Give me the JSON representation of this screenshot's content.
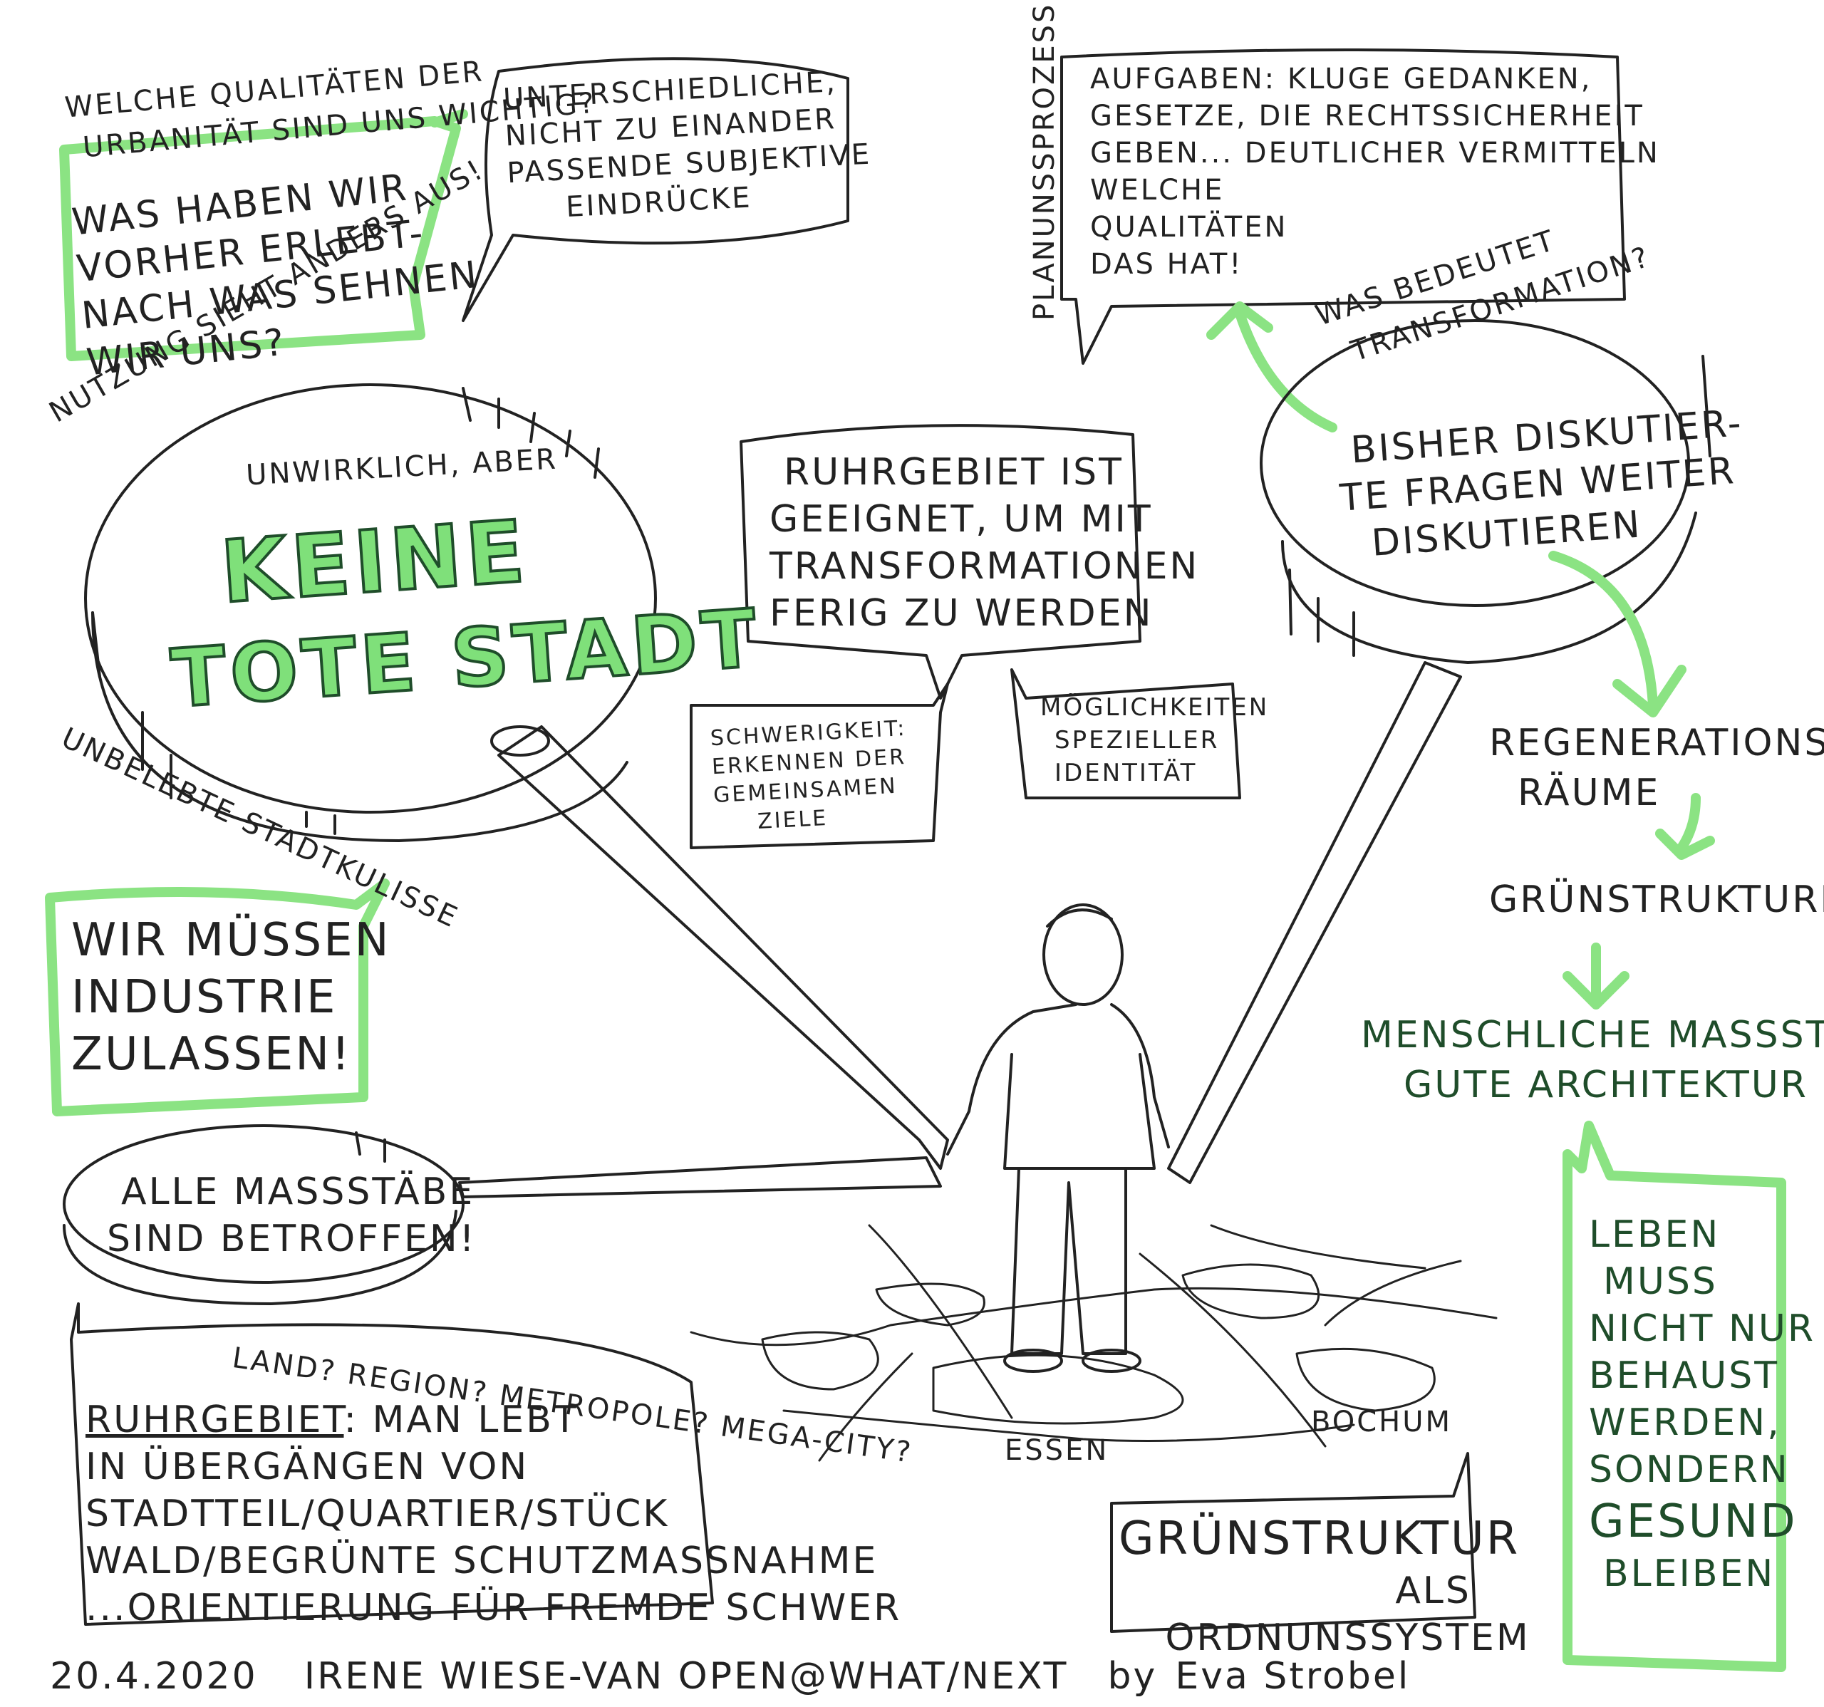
{
  "top_left": {
    "question": "WELCHE QUALITÄTEN DER URBANITÄT SIND UNS WICHTIG?",
    "question_line1": "WELCHE QUALITÄTEN DER",
    "question_line2": "URBANITÄT SIND UNS WICHTIG?",
    "green_box_lines": [
      "WAS HABEN WIR",
      "VORHER ERLEBT-",
      "NACH WAS SEHNEN",
      "WIR UNS?"
    ],
    "bubble_lines": [
      "UNTERSCHIEDLICHE,",
      "NICHT ZU EINANDER",
      "PASSENDE SUBJEKTIVE",
      "EINDRÜCKE"
    ]
  },
  "big_lens": {
    "arc_text": "NUTZUNG SIEHT ANDERS AUS!",
    "bottom_arc_text": "UNBELEBTE STADTKULISSE",
    "subtitle": "UNWIRKLICH, ABER",
    "hero_line1": "KEINE",
    "hero_line2": "TOTE STADT"
  },
  "center": {
    "bubble_lines": [
      "RUHRGEBIET IST",
      "GEEIGNET, UM MIT",
      "TRANSFORMATIONEN",
      "FERIG ZU WERDEN"
    ],
    "left_small_lines": [
      "SCHWERIGKEIT:",
      "ERKENNEN DER",
      "GEMEINSAMEN",
      "ZIELE"
    ],
    "right_small_lines": [
      "MÖGLICHKEITEN",
      "SPEZIELLER",
      "IDENTITÄT"
    ]
  },
  "top_right": {
    "side_text": "PLANUNSSPROZESSE",
    "bubble_lines": [
      "AUFGABEN: KLUGE GEDANKEN,",
      "GESETZE, DIE RECHTSSICHERHEIT",
      "GEBEN... DEUTLICHER VERMITTELN",
      "WELCHE",
      "QUALITÄTEN",
      "DAS HAT!"
    ],
    "question_line1": "WAS BEDEUTET",
    "question_line2": "TRANSFORMATION?",
    "lens_lines": [
      "BISHER DISKUTIER-",
      "TE FRAGEN WEITER",
      "DISKUTIEREN"
    ]
  },
  "right_column": {
    "step1_line1": "REGENERATIONS-",
    "step1_line2": "RÄUME",
    "step2": "GRÜNSTRUKTUREN",
    "step3_line1": "MENSCHLICHE MAßSTÄBE",
    "step3_line2": "GUTE ARCHITEKTUR",
    "green_box_lines": [
      "LEBEN",
      "MUSS",
      "NICHT NUR",
      "BEHAUST",
      "WERDEN,",
      "SONDERN",
      "GESUND",
      "BLEIBEN"
    ]
  },
  "left_middle": {
    "green_bubble_lines": [
      "WIR MÜSSEN",
      "INDUSTRIE",
      "ZULASSEN!"
    ],
    "lens_lines": [
      "ALLE MAßSTÄBE",
      "SIND BETROFFEN!"
    ]
  },
  "bottom_left": {
    "arc_text": "LAND? REGION? METROPOLE? MEGA-CITY?",
    "label_bold": "RUHRGEBIET",
    "lines": [
      ": MAN LEBT",
      "IN ÜBERGÄNGEN VON",
      "STADTTEIL/QUARTIER/STÜCK",
      "WALD/BEGRÜNTE SCHUTZMAßNAHME",
      "...ORIENTIERUNG FÜR FREMDE SCHWER"
    ]
  },
  "map": {
    "label_essen": "ESSEN",
    "label_bochum": "BOCHUM"
  },
  "bottom_center": {
    "bubble_lines": [
      "GRÜNSTRUKTUR",
      "ALS",
      "ORDNUNSSYSTEM"
    ]
  },
  "footer": {
    "date": "20.4.2020",
    "event": "IRENE WIESE-VAN OPEN@WHAT/NEXT",
    "by": "by",
    "author": "Eva Strobel"
  },
  "colors": {
    "ink": "#222222",
    "highlight_green": "#7fe07a",
    "dark_green": "#1f4d2a",
    "paper": "#ffffff"
  }
}
